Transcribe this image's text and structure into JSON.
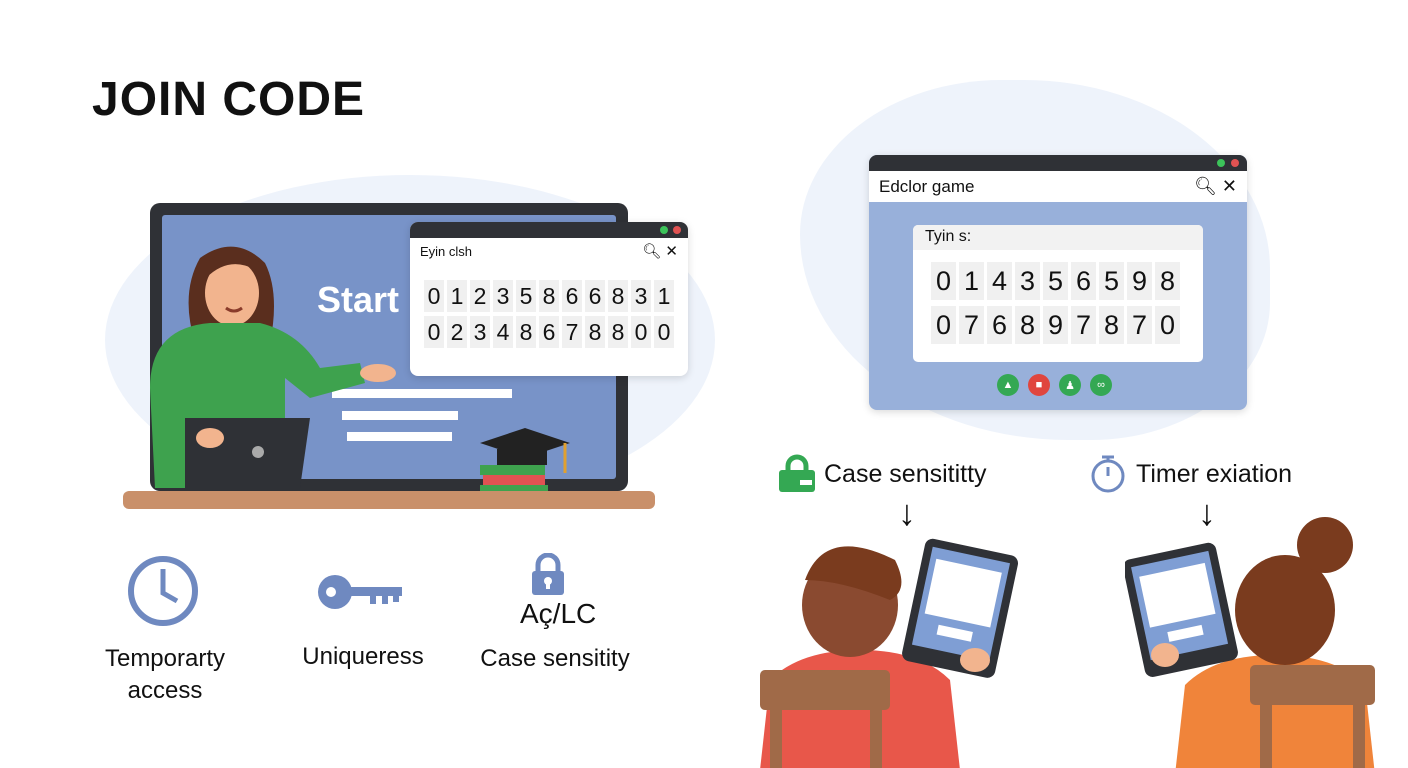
{
  "title": "JOIN CODE",
  "left": {
    "screen_text": "Start s",
    "popup": {
      "title": "Eyin clsh",
      "row1": [
        "0",
        "1",
        "2",
        "3",
        "5",
        "8",
        "6",
        "6",
        "8",
        "3",
        "1"
      ],
      "row2": [
        "0",
        "2",
        "3",
        "4",
        "8",
        "6",
        "7",
        "8",
        "8",
        "0",
        "0"
      ]
    }
  },
  "features": [
    {
      "icon": "clock-icon",
      "label": "Temporarty access"
    },
    {
      "icon": "key-icon",
      "label": "Uniqueress"
    },
    {
      "icon": "lock-icon",
      "sublabel": "Aç/LC",
      "label": "Case sensitity"
    }
  ],
  "right": {
    "window": {
      "title": "Edclor game",
      "card_label": "Tyin s:",
      "row1": [
        "0",
        "1",
        "4",
        "3",
        "5",
        "6",
        "5",
        "9",
        "8"
      ],
      "row2": [
        "0",
        "7",
        "6",
        "8",
        "9",
        "7",
        "8",
        "7",
        "0"
      ]
    },
    "buttons": [
      {
        "icon": "chevron-up-icon",
        "color": "#34a853"
      },
      {
        "icon": "lock-icon",
        "color": "#e0463e"
      },
      {
        "icon": "person-icon",
        "color": "#34a853"
      },
      {
        "icon": "link-icon",
        "color": "#34a853"
      }
    ],
    "label1": "Case sensititty",
    "label2": "Timer exiation"
  },
  "colors": {
    "screen": "#7893c8",
    "green": "#34a853",
    "icon_blue": "#6f89c0"
  }
}
